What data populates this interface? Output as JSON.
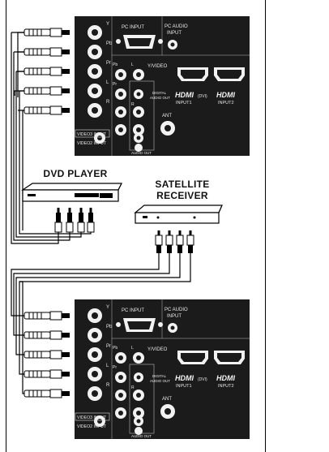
{
  "devices": {
    "dvd_label": "DVD PLAYER",
    "satellite_label": "SATELLITE RECEIVER"
  },
  "panel": {
    "component_labels": [
      "Y",
      "Pb",
      "Pr",
      "L",
      "R"
    ],
    "video3_input": "VIDEO3 INPUT",
    "video2_input": "VIDEO2 INPUT",
    "pc_input": "PC INPUT",
    "pc_audio": "PC AUDIO",
    "pc_audio_input": "INPUT",
    "yv_video": "Y/VIDEO",
    "pb": "Pb",
    "pr": "Pr",
    "l": "L",
    "r": "R",
    "digital": "DIGITAL",
    "audio_out": "AUDIO OUT",
    "audio_out_small": "AUDIO OUT",
    "ant": "ANT",
    "hdmi_logo": "HDMI",
    "dvi": "(DVI)",
    "input1": "INPUT1",
    "input2": "INPUT2"
  },
  "colors": {
    "panel": "#1b1b1b",
    "jack": "#f2f2f2",
    "line": "#000000"
  }
}
